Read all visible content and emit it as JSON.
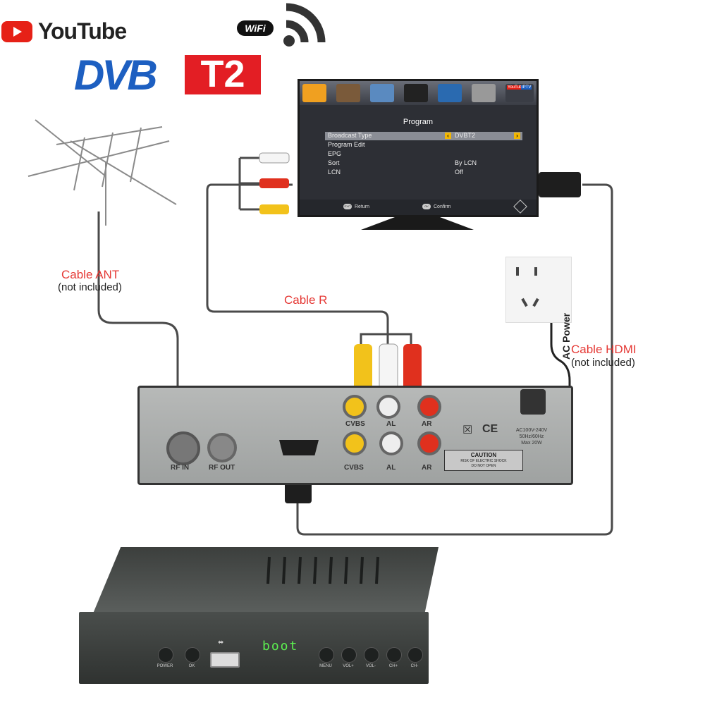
{
  "logos": {
    "youtube": "YouTube",
    "dvb": "DVB",
    "t2": "T2",
    "wifi": "WiFi"
  },
  "tv_menu": {
    "title": "Program",
    "rows": [
      {
        "label": "Broadcast Type",
        "value": "DVBT2"
      },
      {
        "label": "Program Edit",
        "value": ""
      },
      {
        "label": "EPG",
        "value": ""
      },
      {
        "label": "Sort",
        "value": "By LCN"
      },
      {
        "label": "LCN",
        "value": "Off"
      }
    ],
    "hint_return": "Return",
    "hint_confirm": "Confirm",
    "hint_return_key": "EXIT",
    "hint_confirm_key": "OK",
    "youtube_badge": "YouTube",
    "iptv_badge": "IPTV"
  },
  "labels": {
    "cable_ant": "Cable ANT",
    "cable_ant_note": "(not included)",
    "cable_r": "Cable R",
    "ac_power": "AC Power",
    "cable_hdmi": "Cable HDMI",
    "cable_hdmi_note": "(not included)"
  },
  "receiver_back": {
    "rf_in": "RF IN",
    "rf_out": "RF OUT",
    "cvbs_top": "CVBS",
    "al_top": "AL",
    "ar_top": "AR",
    "cvbs_bottom": "CVBS",
    "al_bottom": "AL",
    "ar_bottom": "AR",
    "power_spec_1": "AC100V-240V",
    "power_spec_2": "50Hz/60Hz",
    "power_spec_3": "Max 20W",
    "caution": "CAUTION",
    "caution_line_1": "RISK OF ELECTRIC SHOCK",
    "caution_line_2": "DO NOT OPEN"
  },
  "receiver_front": {
    "display": "boot",
    "power": "POWER",
    "ok": "OK",
    "menu": "MENU",
    "vol_up": "VOL+",
    "vol_down": "VOL-",
    "ch_up": "CH+",
    "ch_down": "CH-"
  },
  "colors": {
    "label_red": "#e53935",
    "dvb_blue": "#1d5fc1",
    "t2_red": "#e31e24",
    "rca_yellow": "#f2c21b",
    "rca_white": "#f5f5f5",
    "rca_red": "#e0301e",
    "display_green": "#5cf050"
  }
}
